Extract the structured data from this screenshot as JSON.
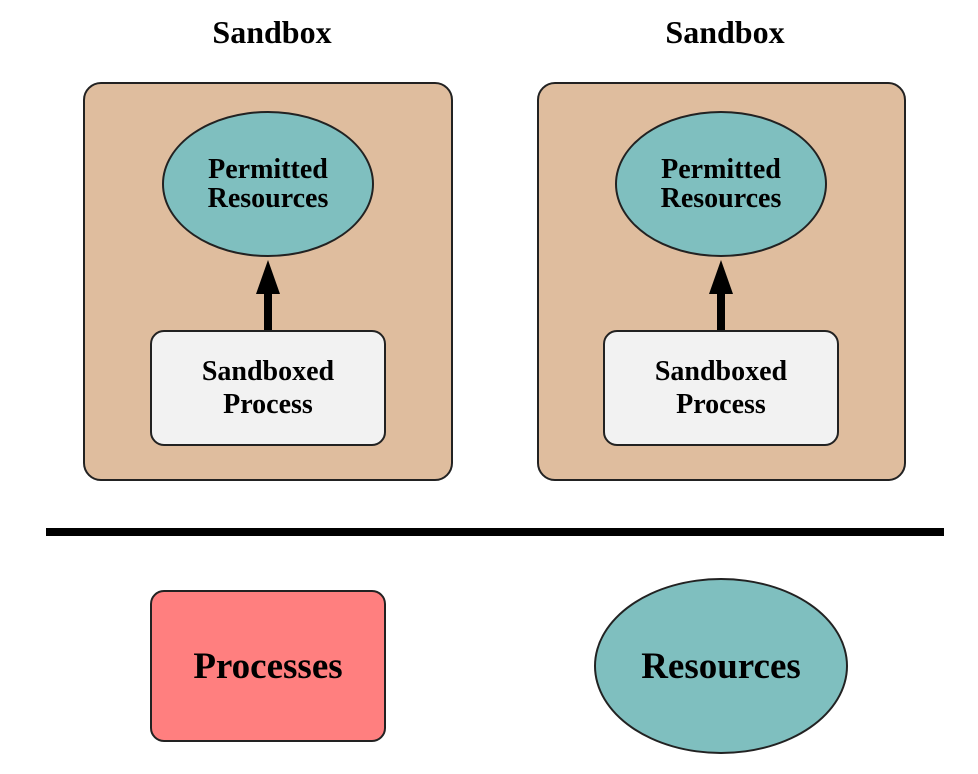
{
  "colors": {
    "sandbox_fill": "#dfbd9e",
    "resource_fill": "#7fbfbf",
    "sandboxed_process_fill": "#f2f2f2",
    "process_fill": "#ff7f7f",
    "divider": "#000000"
  },
  "sandboxes": [
    {
      "title": "Sandbox",
      "resource_label_line1": "Permitted",
      "resource_label_line2": "Resources",
      "process_label_line1": "Sandboxed",
      "process_label_line2": "Process"
    },
    {
      "title": "Sandbox",
      "resource_label_line1": "Permitted",
      "resource_label_line2": "Resources",
      "process_label_line1": "Sandboxed",
      "process_label_line2": "Process"
    }
  ],
  "legend": {
    "processes_label": "Processes",
    "resources_label": "Resources"
  }
}
